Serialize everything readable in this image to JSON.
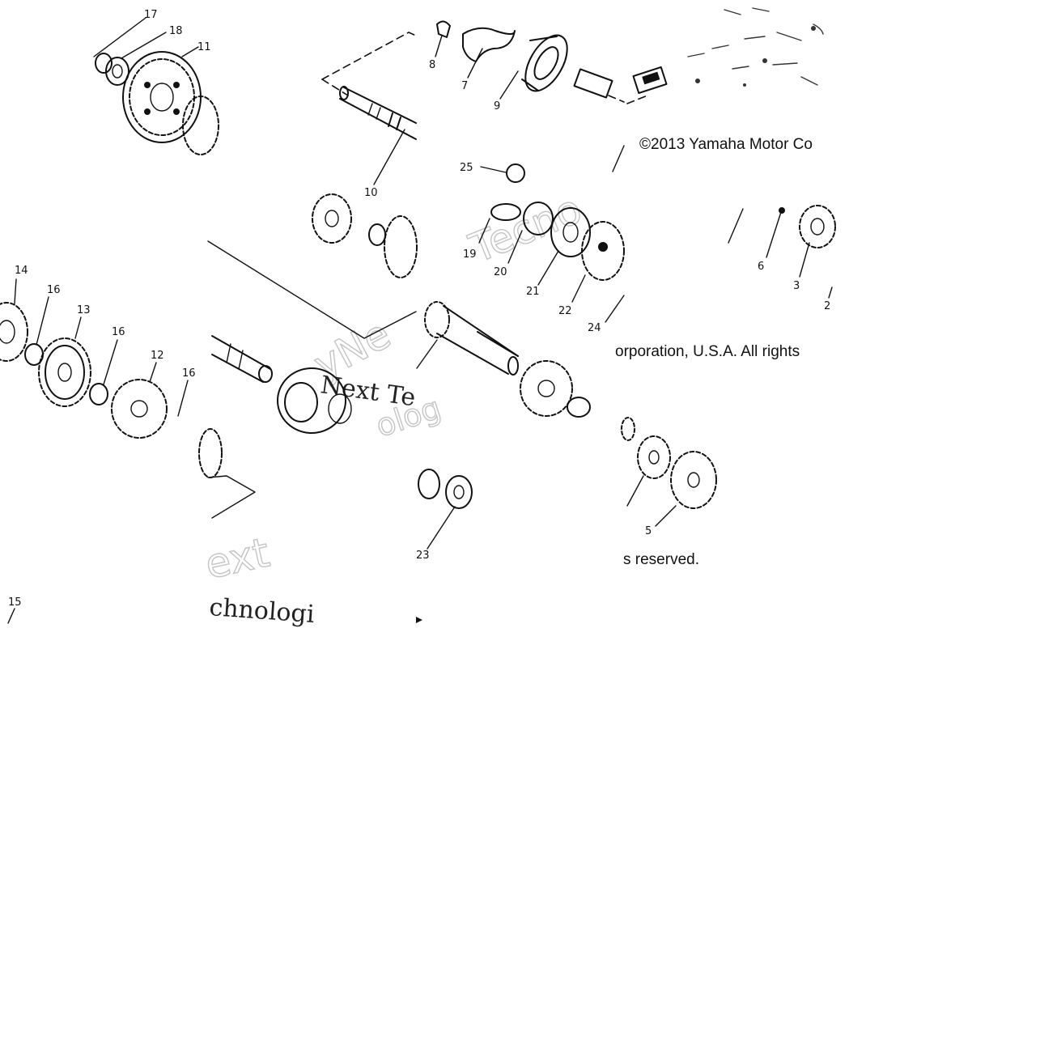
{
  "diagram": {
    "copyright": "©2013 Yamaha Motor Corporation, U.S.A. All rights reserved.",
    "copyright_lines": [
      "©2013 Yamaha Motor Co",
      "orporation, U.S.A. All rights",
      "s reserved."
    ],
    "watermarks": [
      "Next Te",
      "chnologi",
      "ext",
      "Tecno"
    ],
    "callouts": [
      "17",
      "18",
      "11",
      "8",
      "7",
      "9",
      "10",
      "25",
      "14",
      "16",
      "13",
      "16",
      "12",
      "16",
      "6",
      "3",
      "2",
      "19",
      "20",
      "21",
      "22",
      "24",
      "5",
      "23",
      "15"
    ]
  },
  "colors": {
    "ink": "#111111",
    "background": "#ffffff",
    "watermark_outline": "#c4c4c4"
  }
}
